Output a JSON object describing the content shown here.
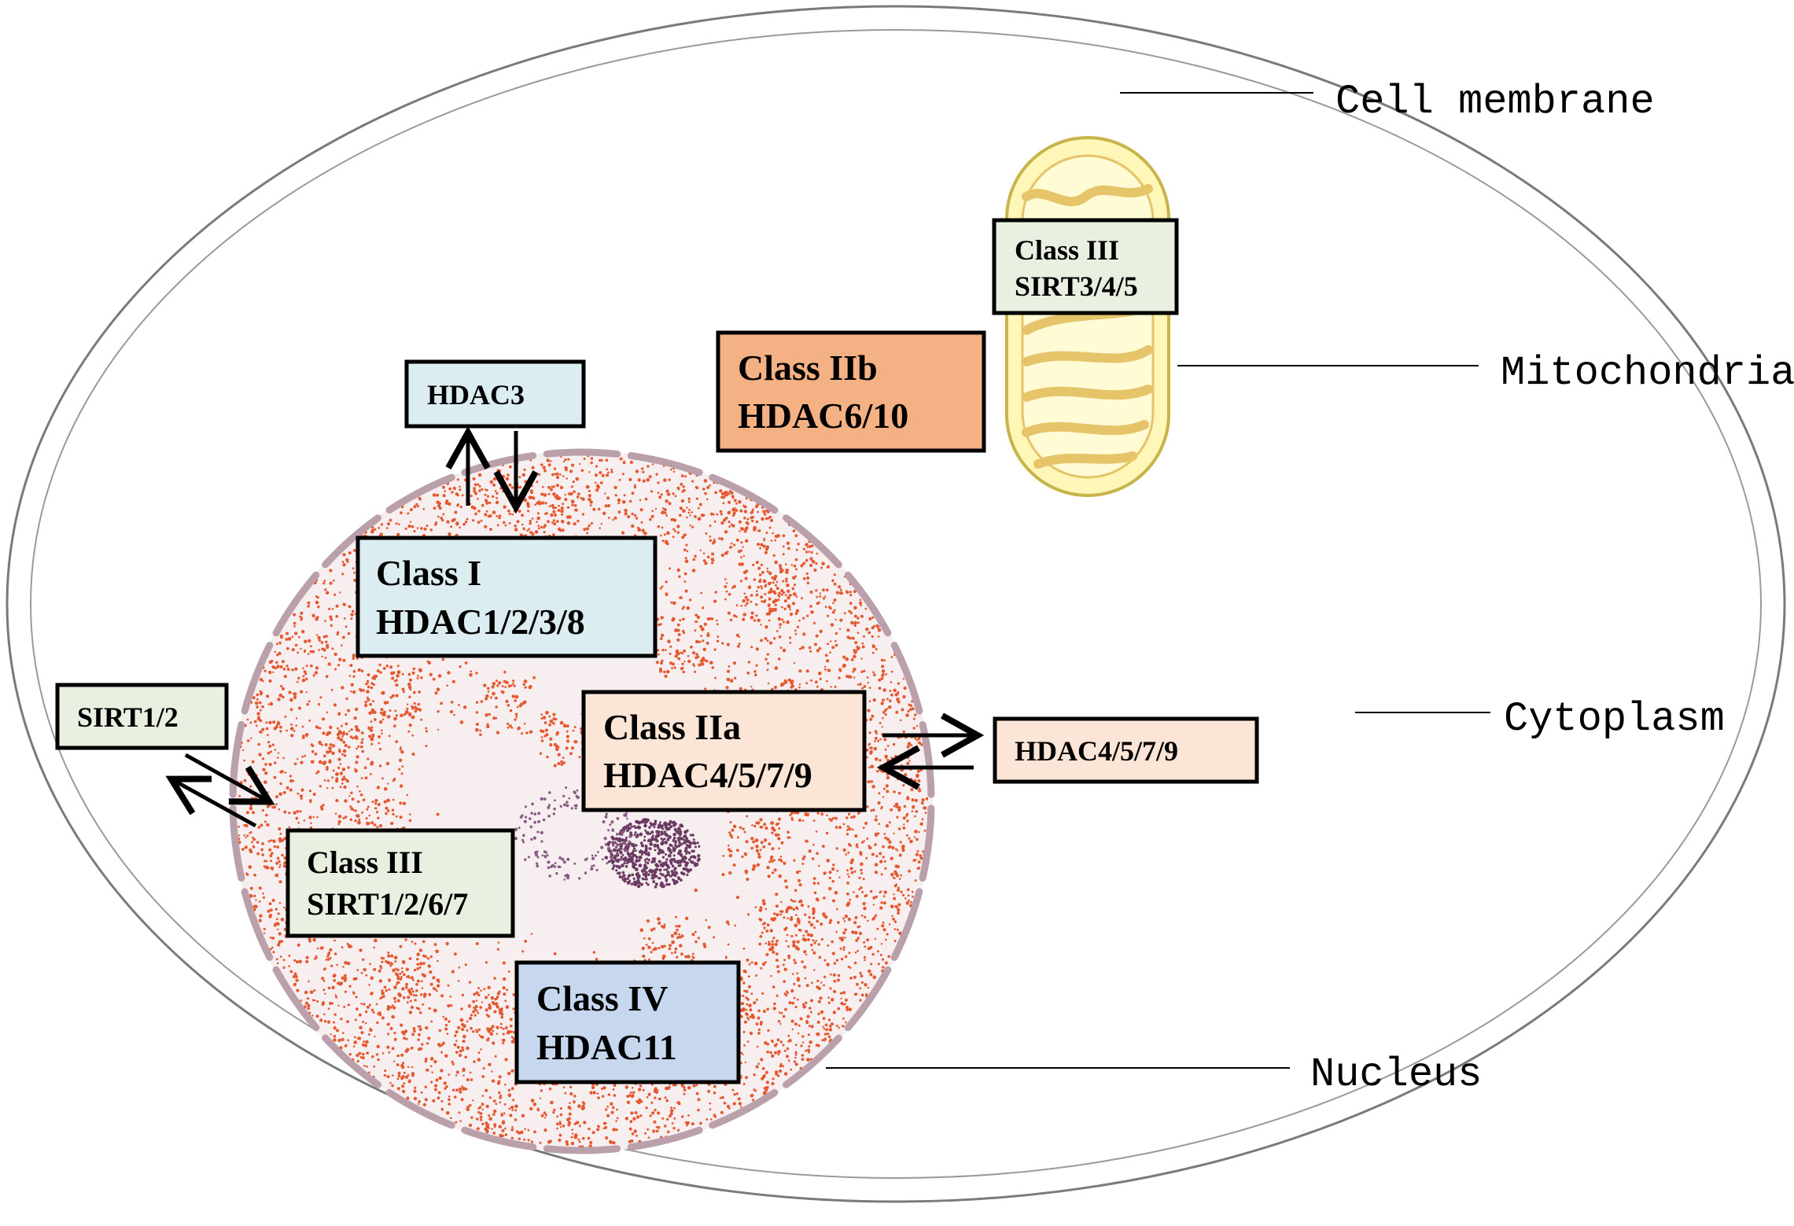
{
  "labels": {
    "cell_membrane": "Cell membrane",
    "mitochondria": "Mitochondria",
    "cytoplasm": "Cytoplasm",
    "nucleus": "Nucleus"
  },
  "boxes": {
    "mito_class3": {
      "line1": "Class III",
      "line2": "SIRT3/4/5"
    },
    "class2b": {
      "line1": "Class IIb",
      "line2": "HDAC6/10"
    },
    "hdac3": {
      "line1": "HDAC3"
    },
    "class1": {
      "line1": "Class I",
      "line2": "HDAC1/2/3/8"
    },
    "class2a": {
      "line1": "Class IIa",
      "line2": "HDAC4/5/7/9"
    },
    "hdac4579": {
      "line1": "HDAC4/5/7/9"
    },
    "sirt12": {
      "line1": "SIRT1/2"
    },
    "nuc_class3": {
      "line1": "Class III",
      "line2": "SIRT1/2/6/7"
    },
    "class4": {
      "line1": "Class IV",
      "line2": "HDAC11"
    }
  },
  "colors": {
    "class1_fill": "#dcedf1",
    "class2a_fill": "#fbe5d6",
    "class2b_fill": "#f4b183",
    "class3_fill": "#e9f0e1",
    "class4_fill": "#c6d7ee",
    "nucleus_fill": "#f7eef0",
    "nuclear_envelope": "#b9a0aa",
    "chromatin_dots": "#e4592f",
    "nucleolus": "#6b3b63",
    "mito_fill": "#fff7b8",
    "mito_stroke": "#c9b44a"
  }
}
